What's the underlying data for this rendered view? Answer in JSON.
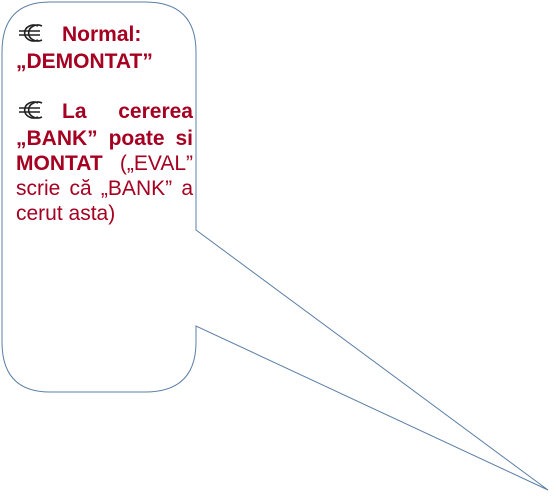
{
  "callout": {
    "colors": {
      "outline": "#5b7fa6",
      "text": "#a50021",
      "background": "#ffffff"
    },
    "bullet_icon": "euro-sign-icon",
    "items": [
      {
        "bold_text": "Normal: „DEMONTAT”",
        "normal_text": ""
      },
      {
        "bold_text": "La cererea „BANK” poate si MONTAT",
        "normal_text": "(„EVAL” scrie că „BANK” a cerut asta)"
      }
    ]
  }
}
